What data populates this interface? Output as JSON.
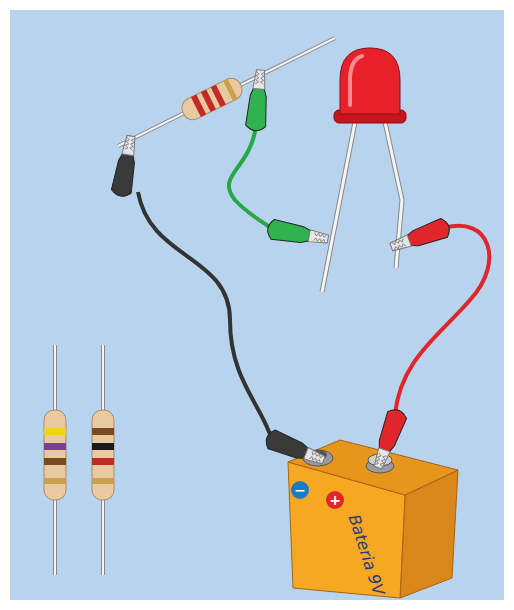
{
  "diagram": {
    "labels": [
      "−",
      "+",
      "Bateria 9V"
    ]
  }
}
